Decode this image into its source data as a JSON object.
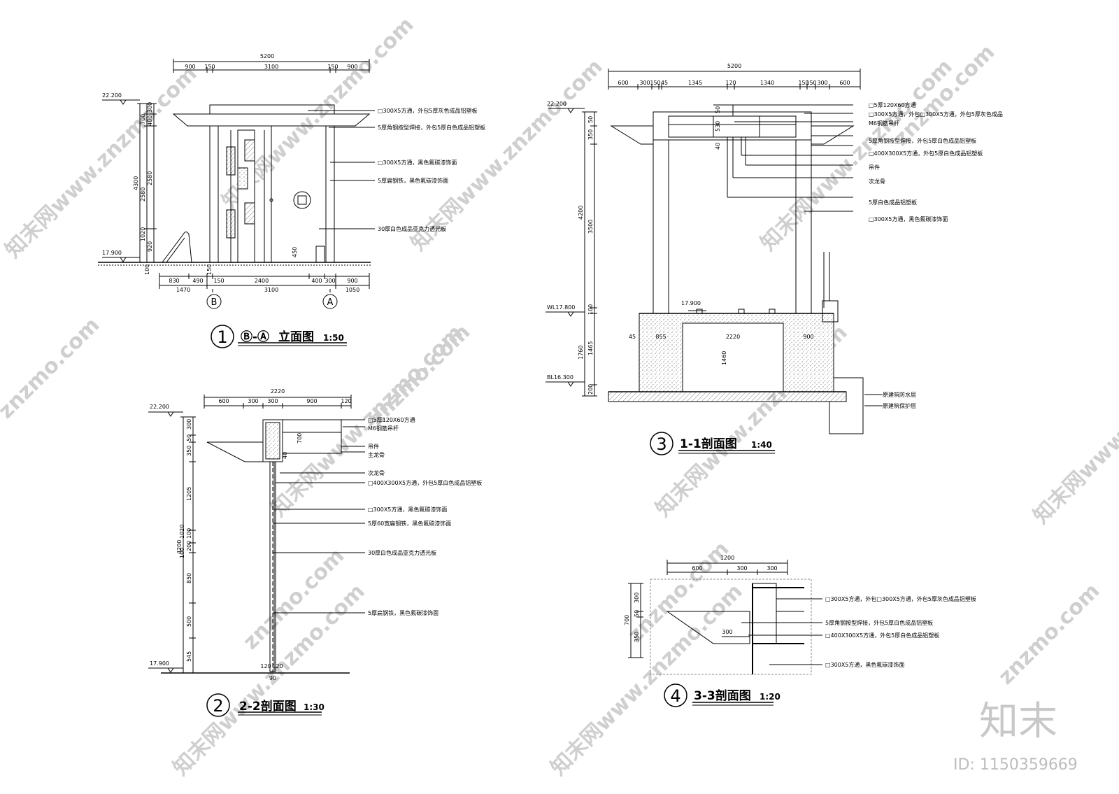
{
  "watermark": {
    "site": "znzmo.com",
    "cn": "知末网www.znzmo.com",
    "logo": "知末",
    "id": "ID: 1150359669"
  },
  "d1": {
    "num": "1",
    "title_axes": "Ⓑ-Ⓐ",
    "title": "立面图",
    "scale": "1:50",
    "axis_b": "B",
    "axis_a": "A",
    "elev_top": "22.200",
    "elev_bot": "17.900",
    "top_total": "5200",
    "top_dims": [
      "900",
      "150",
      "3100",
      "150",
      "900"
    ],
    "bot_dims1": [
      "830",
      "490",
      "150",
      "2400",
      "400",
      "300",
      "900"
    ],
    "bot_dims2": [
      "1470",
      "3100",
      "1050"
    ],
    "left_total": "4300",
    "left_dims": [
      "700",
      "400",
      "300",
      "2580",
      "2580",
      "1020",
      "920"
    ],
    "misc": [
      "450",
      "150",
      "100"
    ],
    "notes": [
      "□300X5方通，外包5厚灰色成品铝塑板",
      "5厚角钢按型焊接，外包5厚白色成品铝塑板",
      "□300X5方通，黑色氟碳漆饰面",
      "5厚扁钢铁，黑色氟碳漆饰面",
      "30厚白色成品亚克力透光板"
    ]
  },
  "d2": {
    "num": "2",
    "title": "2-2剖面图",
    "scale": "1:30",
    "elev_top": "22.200",
    "elev_bot": "17.900",
    "top_total": "2220",
    "top_dims": [
      "600",
      "300",
      "300",
      "900",
      "120"
    ],
    "left_total": "4200",
    "left_dims": [
      "300",
      "50",
      "350",
      "1205",
      "100",
      "1020",
      "200",
      "100",
      "850",
      "500",
      "545"
    ],
    "inner": [
      "700",
      "40",
      "120",
      "120",
      "90"
    ],
    "notes": [
      "□5厚120X60方通",
      "M6钢筋吊杆",
      "吊件",
      "主龙骨",
      "次龙骨",
      "□400X300X5方通，外包5厚白色成品铝塑板",
      "□300X5方通，黑色氟碳漆饰面",
      "5厚60宽扁钢铁，黑色氟碳漆饰面",
      "30厚白色成品亚克力透光板",
      "5厚扁钢铁，黑色氟碳漆饰面"
    ]
  },
  "d3": {
    "num": "3",
    "title": "1-1剖面图",
    "scale": "1:40",
    "elev_top": "22.200",
    "elev_wl": "WL17.800",
    "elev_bl": "BL16.300",
    "elev_mid": "17.900",
    "top_total": "5200",
    "top_dims": [
      "600",
      "300",
      "150",
      "45",
      "1345",
      "120",
      "1340",
      "150",
      "150",
      "300",
      "600"
    ],
    "left_total": "4200",
    "left_dims": [
      "50",
      "350",
      "3500",
      "100",
      "1465",
      "1760",
      "200"
    ],
    "inner": [
      "530",
      "40",
      "50",
      "45",
      "855",
      "2220",
      "900",
      "1460"
    ],
    "notes": [
      "□5厚120X60方通",
      "□300X5方通，外包□300X5方通，外包5厚灰色成品",
      "M6钢筋吊杆",
      "5厚角钢按型焊接，外包5厚白色成品铝塑板",
      "□400X300X5方通，外包5厚白色成品铝塑板",
      "吊件",
      "次龙骨",
      "5厚白色成品铝塑板",
      "□300X5方通，黑色氟碳漆饰面",
      "原建筑防水层",
      "原建筑保护层"
    ]
  },
  "d4": {
    "num": "4",
    "title": "3-3剖面图",
    "scale": "1:20",
    "top_total": "1200",
    "top_dims": [
      "600",
      "300",
      "300"
    ],
    "left_total": "700",
    "left_dims": [
      "300",
      "50",
      "350"
    ],
    "inner": "300",
    "notes": [
      "□300X5方通，外包□300X5方通，外包5厚灰色成品铝塑板",
      "5厚角钢按型焊接，外包5厚白色成品铝塑板",
      "□400X300X5方通，外包5厚白色成品铝塑板",
      "□300X5方通，黑色氟碳漆饰面"
    ]
  }
}
